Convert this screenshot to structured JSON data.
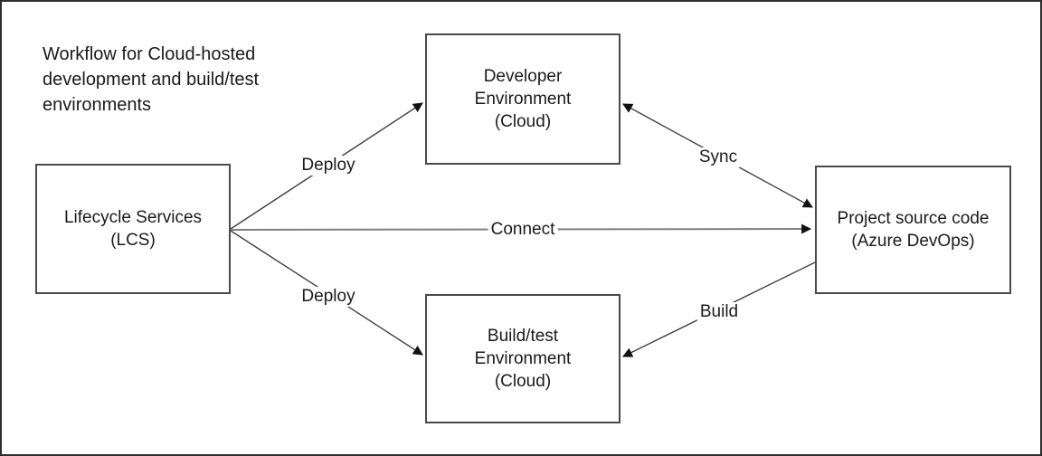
{
  "diagram": {
    "title_lines": [
      "Workflow for Cloud-hosted",
      "development and build/test",
      "environments"
    ],
    "nodes": [
      {
        "id": "lifecycle-services",
        "lines": [
          "Lifecycle Services",
          "(LCS)"
        ]
      },
      {
        "id": "developer-environment",
        "lines": [
          "Developer",
          "Environment",
          "(Cloud)"
        ]
      },
      {
        "id": "build-test-environment",
        "lines": [
          "Build/test",
          "Environment",
          "(Cloud)"
        ]
      },
      {
        "id": "project-source-code",
        "lines": [
          "Project source code",
          "(Azure DevOps)"
        ]
      }
    ],
    "edges": [
      {
        "id": "deploy-dev",
        "label": "Deploy",
        "from": "lifecycle-services",
        "to": "developer-environment",
        "direction": "one-way"
      },
      {
        "id": "connect",
        "label": "Connect",
        "from": "lifecycle-services",
        "to": "project-source-code",
        "direction": "one-way"
      },
      {
        "id": "deploy-build",
        "label": "Deploy",
        "from": "lifecycle-services",
        "to": "build-test-environment",
        "direction": "one-way"
      },
      {
        "id": "sync",
        "label": "Sync",
        "from": "developer-environment",
        "to": "project-source-code",
        "direction": "two-way"
      },
      {
        "id": "build",
        "label": "Build",
        "from": "project-source-code",
        "to": "build-test-environment",
        "direction": "one-way"
      }
    ],
    "colors": {
      "background": "#ffffff",
      "frame": "#2e2e2e",
      "box_border": "#4a4a4a",
      "diagonal_line": "#404040",
      "connect_line": "#808080",
      "arrowhead": "#111111",
      "text": "#1a1a1a"
    }
  }
}
